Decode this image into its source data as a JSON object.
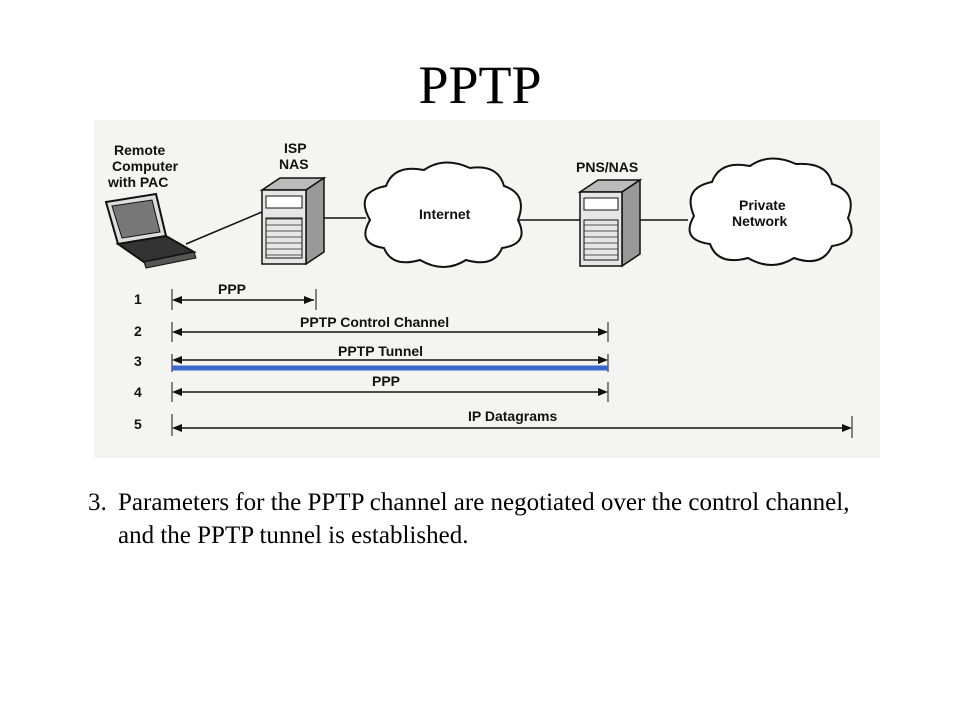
{
  "slide": {
    "title": "PPTP",
    "caption_number": "3.",
    "caption_text": "Parameters for the PPTP channel are negotiated over the control channel, and the PPTP tunnel is established."
  },
  "diagram": {
    "remote_label": [
      "Remote",
      "Computer",
      "with PAC"
    ],
    "isp_label": [
      "ISP",
      "NAS"
    ],
    "pns_label": "PNS/NAS",
    "internet_label": "Internet",
    "private_label": [
      "Private",
      "Network"
    ],
    "steps": [
      {
        "number": "1",
        "label": "PPP"
      },
      {
        "number": "2",
        "label": "PPTP Control Channel"
      },
      {
        "number": "3",
        "label": "PPTP Tunnel"
      },
      {
        "number": "4",
        "label": "PPP"
      },
      {
        "number": "5",
        "label": "IP Datagrams"
      }
    ],
    "highlight_step": "3",
    "highlight_color": "#3a67c9"
  }
}
